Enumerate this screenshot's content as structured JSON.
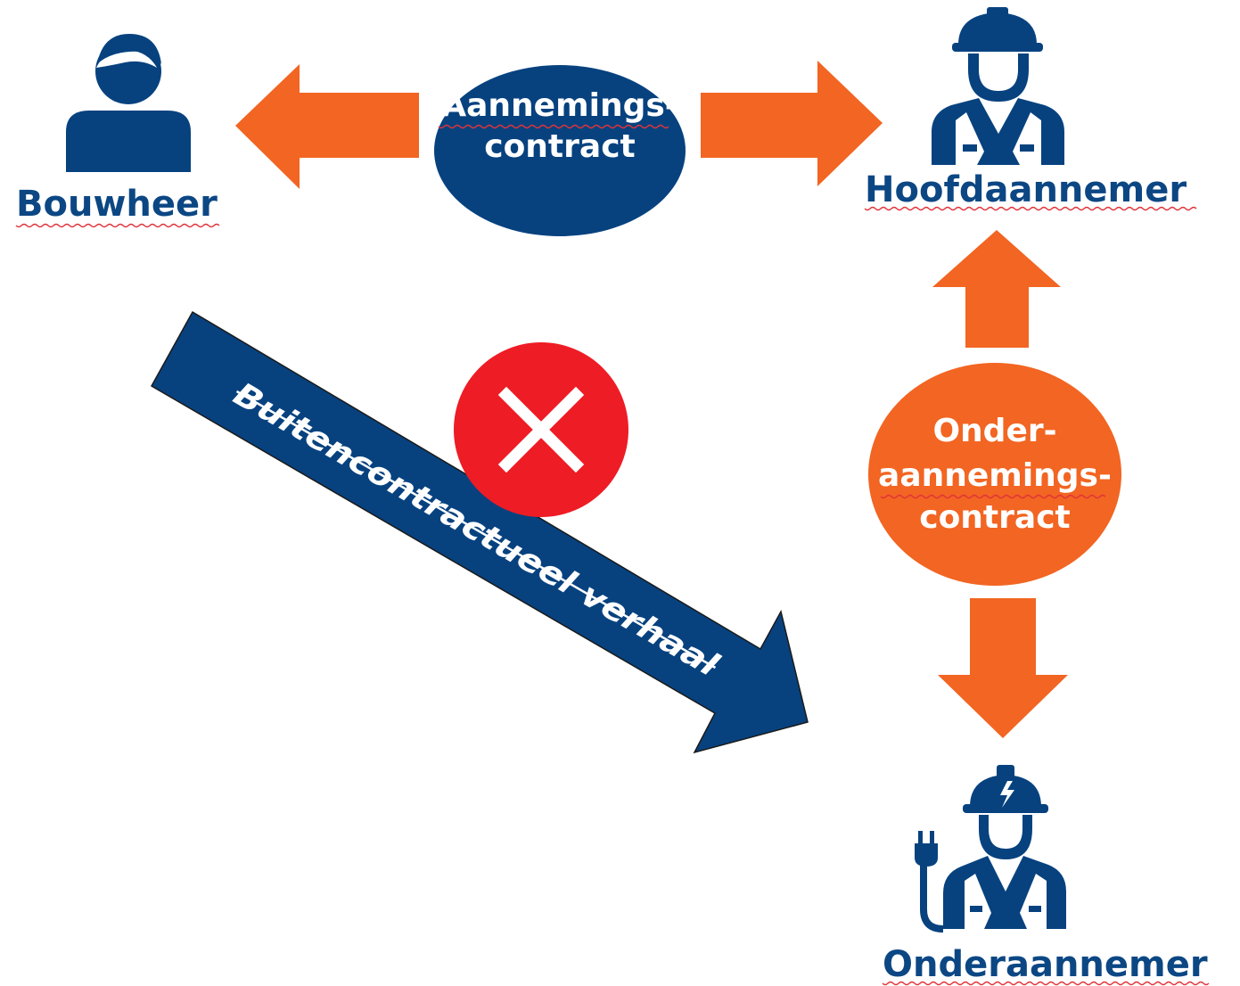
{
  "colors": {
    "navy": "#07427f",
    "orange": "#f26522",
    "red": "#ee1c25",
    "white": "#ffffff"
  },
  "nodes": {
    "bouwheer": {
      "label": "Bouwheer",
      "icon": "person-icon"
    },
    "hoofdaannemer": {
      "label": "Hoofdaannemer",
      "icon": "construction-worker-icon"
    },
    "onderaannemer": {
      "label": "Onderaannemer",
      "icon": "electrician-worker-icon"
    }
  },
  "contracts": {
    "main": {
      "line1": "Aannemings-",
      "line2": "contract"
    },
    "sub": {
      "line1": "Onder-",
      "line2": "aannemings-",
      "line3": "contract"
    }
  },
  "blocked_relation": {
    "label": "Buitencontractueel verhaal",
    "status_icon": "cross-icon"
  }
}
